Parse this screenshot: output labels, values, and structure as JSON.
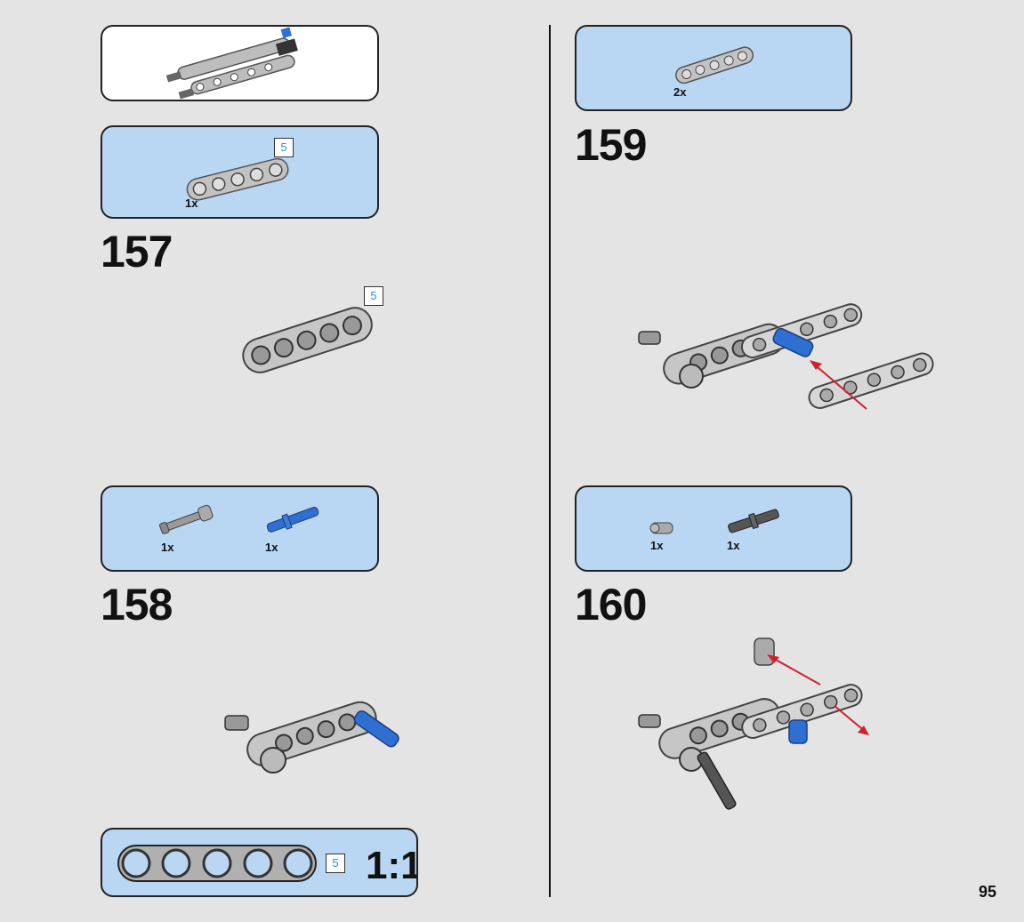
{
  "page_number": "95",
  "steps": [
    {
      "number": "157",
      "parts": [
        {
          "qty": "1x",
          "length": "5"
        }
      ],
      "model_length": "5"
    },
    {
      "number": "158",
      "parts": [
        {
          "qty": "1x"
        },
        {
          "qty": "1x"
        }
      ]
    },
    {
      "number": "159",
      "parts": [
        {
          "qty": "2x"
        }
      ]
    },
    {
      "number": "160",
      "parts": [
        {
          "qty": "1x"
        },
        {
          "qty": "1x"
        }
      ]
    }
  ],
  "scale_box": {
    "length": "5",
    "ratio": "1:1"
  },
  "colors": {
    "background": "#e4e4e4",
    "callout_blue": "#b9d6f2",
    "beam_gray": "#c2c2c2",
    "pin_blue": "#2f6fd1",
    "arrow_red": "#d0202a",
    "length_cyan": "#1a9bd1"
  }
}
